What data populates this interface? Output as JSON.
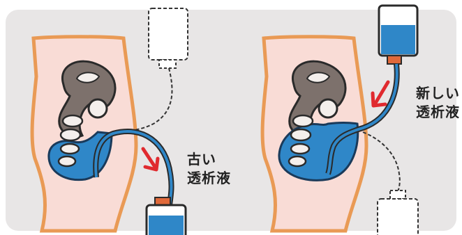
{
  "labels": {
    "old_line1": "古い",
    "old_line2": "透析液",
    "new_line1": "新しい",
    "new_line2": "透析液"
  },
  "colors": {
    "background_panel": "#e8e6e6",
    "skin": "#f9dcd6",
    "body_outline": "#e99a55",
    "organ": "#7d716c",
    "fluid": "#2f87c8",
    "arrow": "#e02a2f",
    "bag": "#ffffff",
    "cap": "#e0693a"
  },
  "icons": {
    "flow_arrow_left": "arrow-down-right",
    "flow_arrow_right": "arrow-up-left"
  }
}
